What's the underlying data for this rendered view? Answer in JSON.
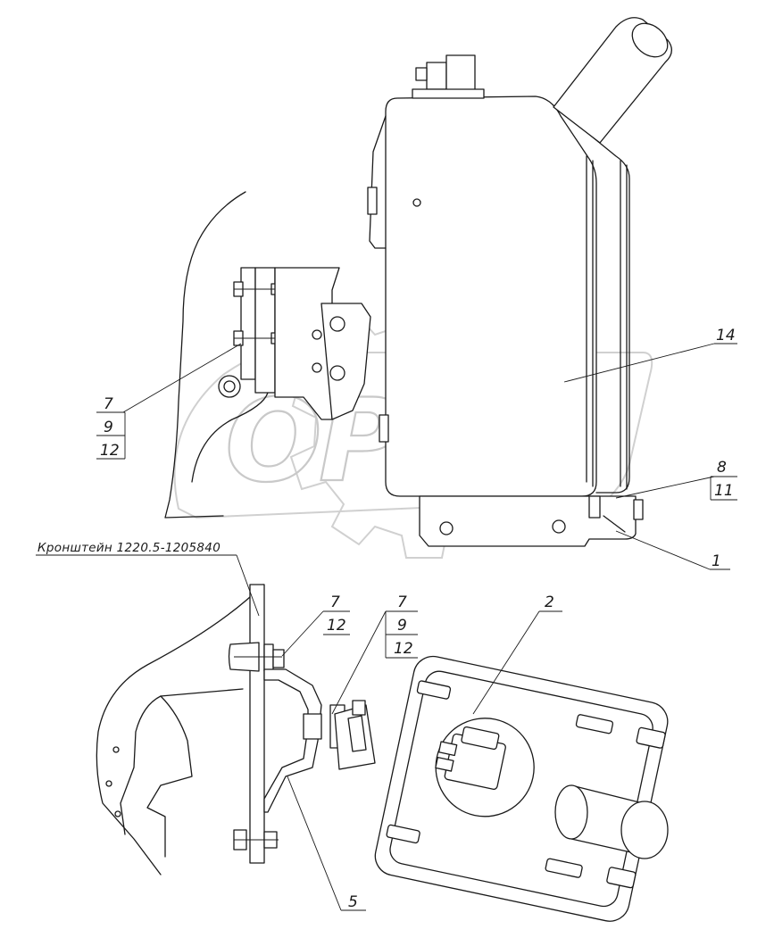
{
  "watermark": {
    "text": "OPEX"
  },
  "caption": {
    "bracket": "Кронштейн 1220.5-1205840"
  },
  "callouts": {
    "upper_left": [
      "7",
      "9",
      "12"
    ],
    "upper_right_14": "14",
    "upper_right_8_11": [
      "8",
      "11"
    ],
    "upper_right_1": "1",
    "lower_left_7_12": [
      "7",
      "12"
    ],
    "lower_mid_7_9_12": [
      "7",
      "9",
      "12"
    ],
    "lower_2": "2",
    "lower_5": "5"
  }
}
